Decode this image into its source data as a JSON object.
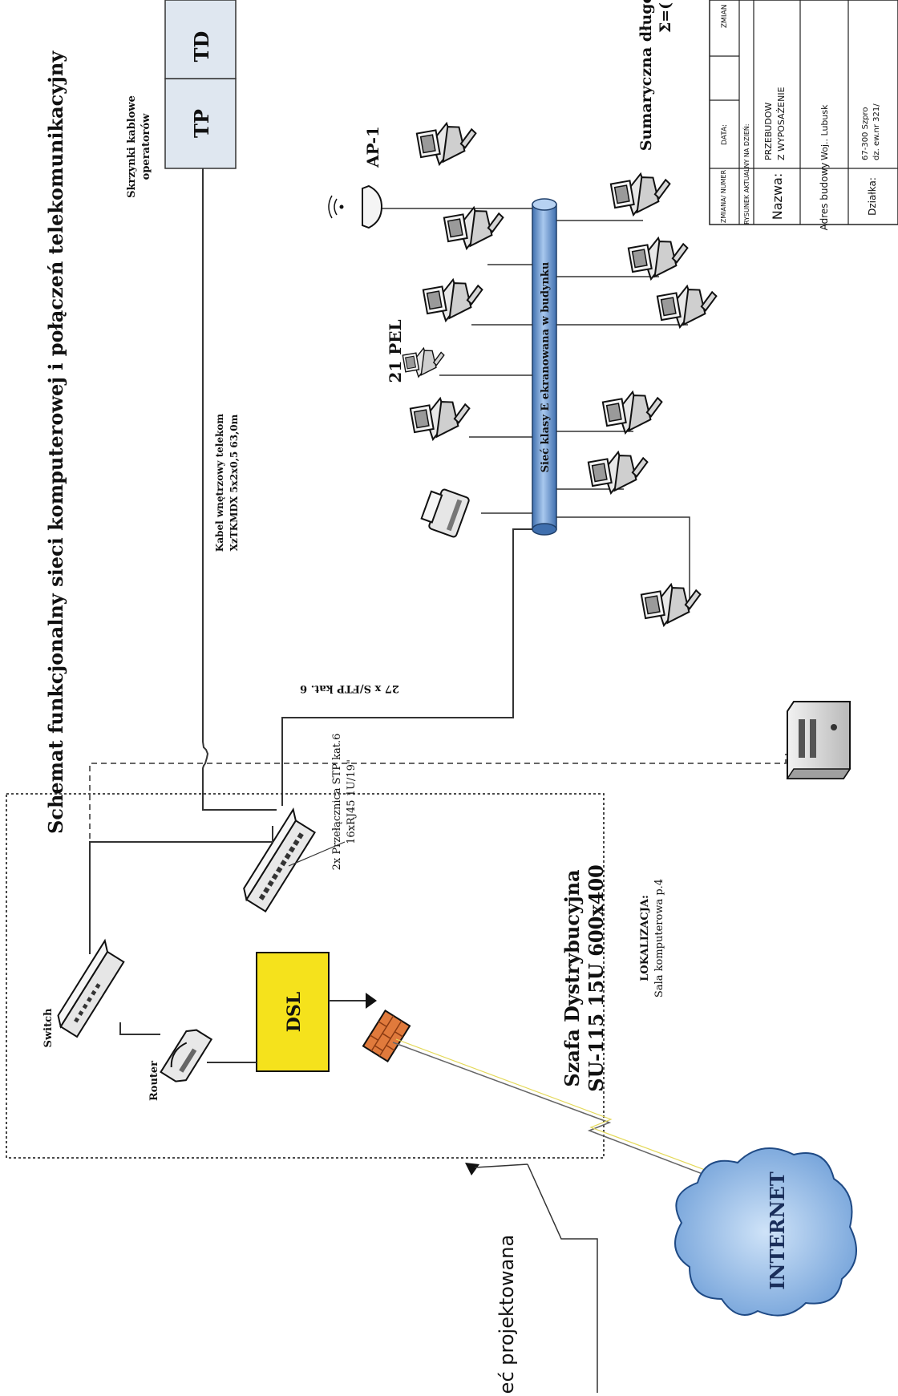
{
  "title": "Schemat funkcjonalny sieci komputerowej i połączeń telekomunikacyjny",
  "operators": {
    "heading_line1": "Skrzynki kablowe",
    "heading_line2": "operatorów",
    "box1": "TP",
    "box2": "TD"
  },
  "internal_cable": {
    "line1": "Kabel wnętrzowy telekom",
    "line2": "XzTKMDX 5x2x0,5    63,0m"
  },
  "access_point": "AP-1",
  "workstations": "21 PEL",
  "building_network": "Sieć klasy E ekranowana w budynku",
  "sftp_cable": "27 x S/FTP kat. 6",
  "total_length": {
    "line1": "Sumaryczna długo",
    "line2": "Σ=("
  },
  "cabinet": {
    "line1": "Szafa Dystrybucyjna",
    "line2": "SU-115 15U  600x400",
    "patch_line1": "2x Przełącznica STP kat.6",
    "patch_line2": "16xRJ45 1U/19\"",
    "location_label": "LOKALIZACJA:",
    "location_value": "Sala komputerowa p.4"
  },
  "devices": {
    "switch": "Switch",
    "router": "Router",
    "dsl": "DSL",
    "internet": "INTERNET"
  },
  "designed_network": "Sieć projektowana",
  "title_block": {
    "h_change_number": "ZMIANA/ NUMER",
    "h_date": "DATA:",
    "h_change": "ZMIAN",
    "current_as_of": "RYSUNEK AKTUALNY NA DZIEŃ:",
    "name_label": "Nazwa:",
    "name_value_1": "PRZEBUDOW",
    "name_value_2": "Z WYPOSAŻENIE",
    "address_label": "Adres budowy",
    "address_value": "Woj.. Lubusk",
    "plot_label": "Działka:",
    "plot_value_1": "67-300  Szpro",
    "plot_value_2": "dz. ew.nr 321/"
  },
  "colors": {
    "operator_box": "#dfe7f0",
    "dsl": "#f5e21c",
    "backbone": "#7aa4d6",
    "cloud": "#9ec3ec",
    "firewall": "#e07a3c"
  }
}
